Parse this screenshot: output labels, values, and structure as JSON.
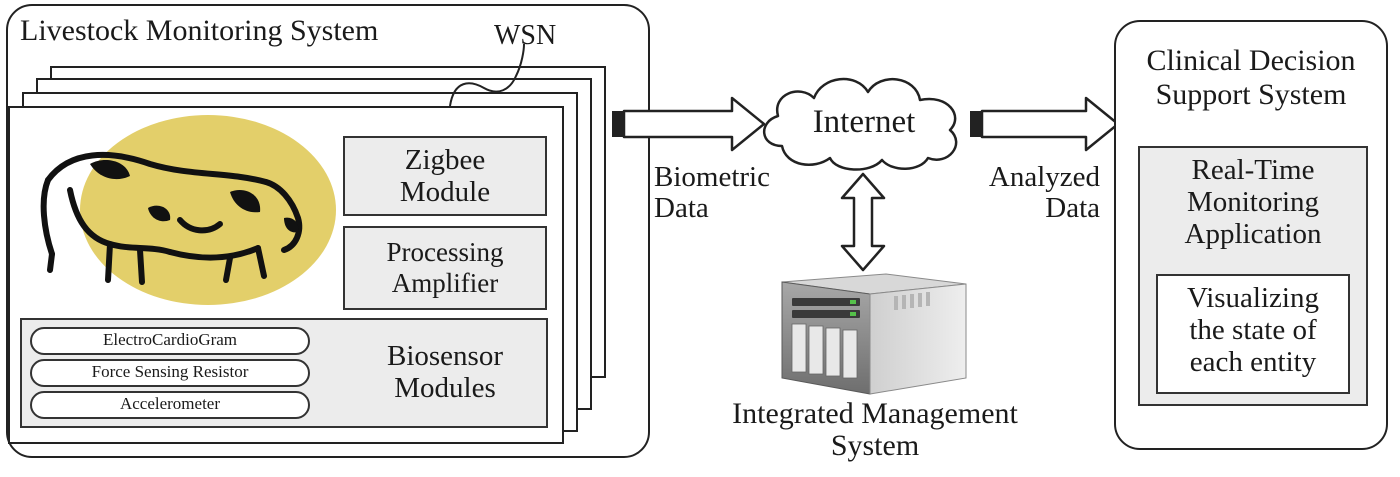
{
  "livestock_system": {
    "title": "Livestock Monitoring System",
    "wsn_label": "WSN",
    "zigbee": [
      "Zigbee",
      "Module"
    ],
    "processing": [
      "Processing",
      "Amplifier"
    ],
    "biosensor": [
      "Biosensor",
      "Modules"
    ],
    "sensors": [
      "ElectroCardioGram",
      "Force Sensing Resistor",
      "Accelerometer"
    ]
  },
  "internet_label": "Internet",
  "biometric_data": [
    "Biometric",
    "Data"
  ],
  "analyzed_data": [
    "Analyzed",
    "Data"
  ],
  "integrated_mgmt": [
    "Integrated Management",
    "System"
  ],
  "clinical_system": {
    "title": [
      "Clinical Decision",
      "Support System"
    ],
    "app": [
      "Real-Time",
      "Monitoring",
      "Application"
    ],
    "visualizing": [
      "Visualizing",
      "the state of",
      "each entity"
    ]
  },
  "colors": {
    "cow_spot": "#e3cf6a",
    "panel_border": "#222222",
    "module_fill": "#ececec"
  },
  "icons": [
    "cow-icon",
    "cloud-icon",
    "server-icon",
    "arrow-right-icon",
    "arrow-bidirectional-icon"
  ]
}
